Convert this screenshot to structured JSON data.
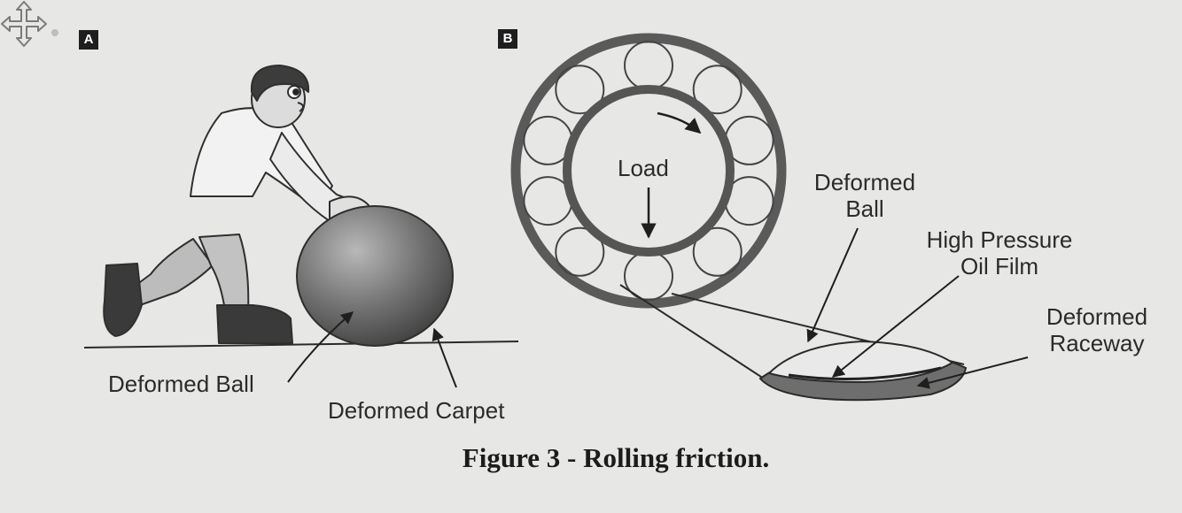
{
  "panels": {
    "a": "A",
    "b": "B"
  },
  "labels": {
    "deformed_ball_a": "Deformed Ball",
    "deformed_carpet": "Deformed Carpet",
    "load": "Load",
    "deformed_ball_b_line1": "Deformed",
    "deformed_ball_b_line2": "Ball",
    "oil_film_line1": "High Pressure",
    "oil_film_line2": "Oil Film",
    "raceway_line1": "Deformed",
    "raceway_line2": "Raceway"
  },
  "caption": "Figure 3 - Rolling friction.",
  "icons": {
    "move": "move-arrows-icon"
  },
  "colors": {
    "background": "#e7e7e5",
    "ink": "#2b2b2b",
    "ball": "#6a6a6a",
    "ring": "#555555"
  }
}
